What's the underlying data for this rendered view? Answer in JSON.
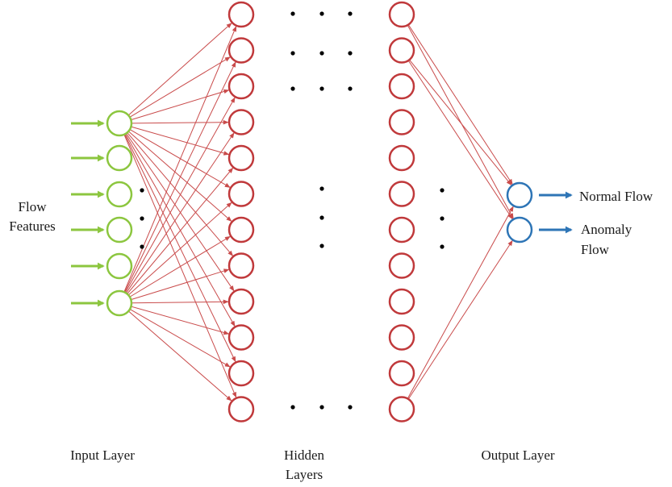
{
  "labels": {
    "input_side_line1": "Flow",
    "input_side_line2": "Features",
    "output_normal": "Normal Flow",
    "output_anomaly_line1": "Anomaly",
    "output_anomaly_line2": "Flow",
    "input_layer": "Input Layer",
    "hidden_layers_line1": "Hidden",
    "hidden_layers_line2": "Layers",
    "output_layer": "Output Layer"
  },
  "layers": {
    "input": {
      "nodes": 6,
      "color": "#8cc63f"
    },
    "hidden_first": {
      "nodes": 12,
      "color": "#c0393b"
    },
    "hidden_last": {
      "nodes": 12,
      "color": "#c0393b"
    },
    "output": {
      "nodes": 2,
      "color": "#2e75b6"
    }
  },
  "colors": {
    "input_arrow": "#8cc63f",
    "connection": "#c94b4b",
    "output_arrow": "#2e75b6",
    "ellipsis": "#000000"
  }
}
